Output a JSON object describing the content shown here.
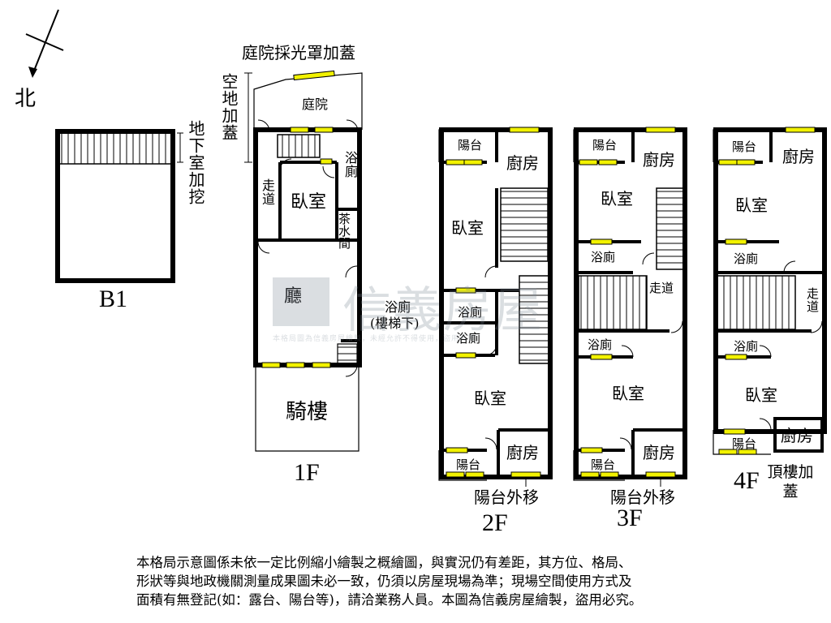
{
  "compass": {
    "label": "北"
  },
  "b1": {
    "floor_label": "B1",
    "note": "地下室加挖"
  },
  "f1": {
    "floor_label": "1F",
    "top_note": "庭院採光罩加蓋",
    "side_note": "空地加蓋",
    "rooms": {
      "courtyard": "庭院",
      "bath_top": "浴廁",
      "corridor": "走道",
      "bedroom": "臥室",
      "tea_room": "茶水間",
      "hall": "廳",
      "bath_stair": "浴廁",
      "bath_stair_sub": "(樓梯下)",
      "arcade": "騎樓"
    }
  },
  "f2": {
    "floor_label": "2F",
    "note": "陽台外移",
    "rooms": {
      "balcony_top": "陽台",
      "kitchen_top": "廚房",
      "bedroom_top": "臥室",
      "bath_a": "浴廁",
      "bath_b": "浴廁",
      "bedroom_bottom": "臥室",
      "kitchen_bottom": "廚房",
      "balcony_bottom": "陽台"
    }
  },
  "f3": {
    "floor_label": "3F",
    "note": "陽台外移",
    "rooms": {
      "balcony_top": "陽台",
      "kitchen_top": "廚房",
      "bedroom_top": "臥室",
      "bath_a": "浴廁",
      "corridor": "走道",
      "bath_b": "浴廁",
      "bedroom_bottom": "臥室",
      "kitchen_bottom": "廚房",
      "balcony_bottom": "陽台"
    }
  },
  "f4": {
    "floor_label": "4F",
    "note": "頂樓加蓋",
    "rooms": {
      "balcony_top": "陽台",
      "kitchen_top": "廚房",
      "bedroom_top": "臥室",
      "bath_a": "浴廁",
      "corridor": "走道",
      "bath_b": "浴廁",
      "bedroom_bottom": "臥室",
      "balcony_bottom": "陽台",
      "kitchen_bottom": "廚房"
    }
  },
  "watermark": {
    "brand": "信義房屋",
    "sub": "本格局圖為信義房屋繪製，未經允許不得使用，盜用必究"
  },
  "disclaimer": {
    "line1": "本格局示意圖係未依一定比例縮小繪製之概繪圖，與實況仍有差距，其方位、格局、",
    "line2": "形狀等與地政機關測量成果圖未必一致，仍須以房屋現場為準；現場空間使用方式及",
    "line3": "面積有無登記(如：露台、陽台等)，請洽業務人員。本圖為信義房屋繪製，盜用必究。"
  },
  "colors": {
    "window": "#f2f200",
    "wall": "#000000",
    "watermark": "#7d8a96"
  }
}
